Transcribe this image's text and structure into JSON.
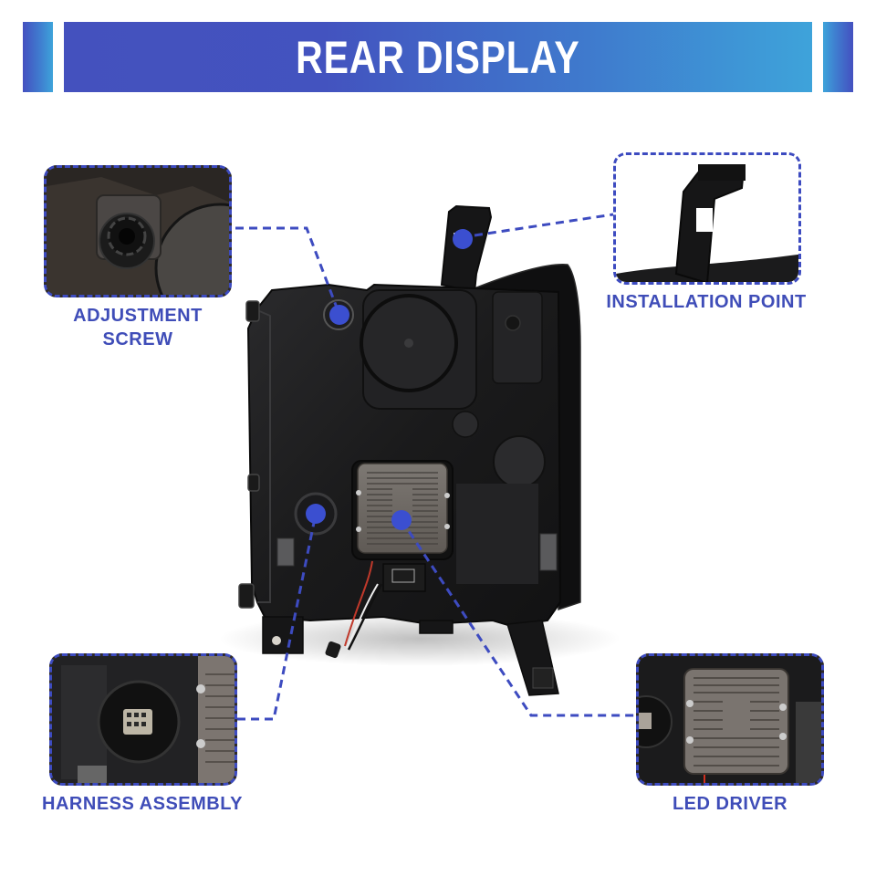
{
  "banner": {
    "title": "REAR DISPLAY",
    "colors": {
      "start": "#4451be",
      "end": "#3ea3da",
      "text": "#ffffff"
    }
  },
  "callouts": [
    {
      "id": "adjustment-screw",
      "label_lines": [
        "ADJUSTMENT",
        "SCREW"
      ],
      "position": "top-left"
    },
    {
      "id": "installation-point",
      "label_lines": [
        "INSTALLATION POINT"
      ],
      "position": "top-right"
    },
    {
      "id": "harness-assembly",
      "label_lines": [
        "HARNESS ASSEMBLY"
      ],
      "position": "bottom-left"
    },
    {
      "id": "led-driver",
      "label_lines": [
        "LED DRIVER"
      ],
      "position": "bottom-right"
    }
  ],
  "colors": {
    "accent": "#3d4bc0",
    "marker_dot": "#3b4fd0",
    "label_text": "#3f4db8",
    "housing": "#1c1c1e"
  },
  "product": {
    "name": "headlight-housing-rear-view"
  }
}
